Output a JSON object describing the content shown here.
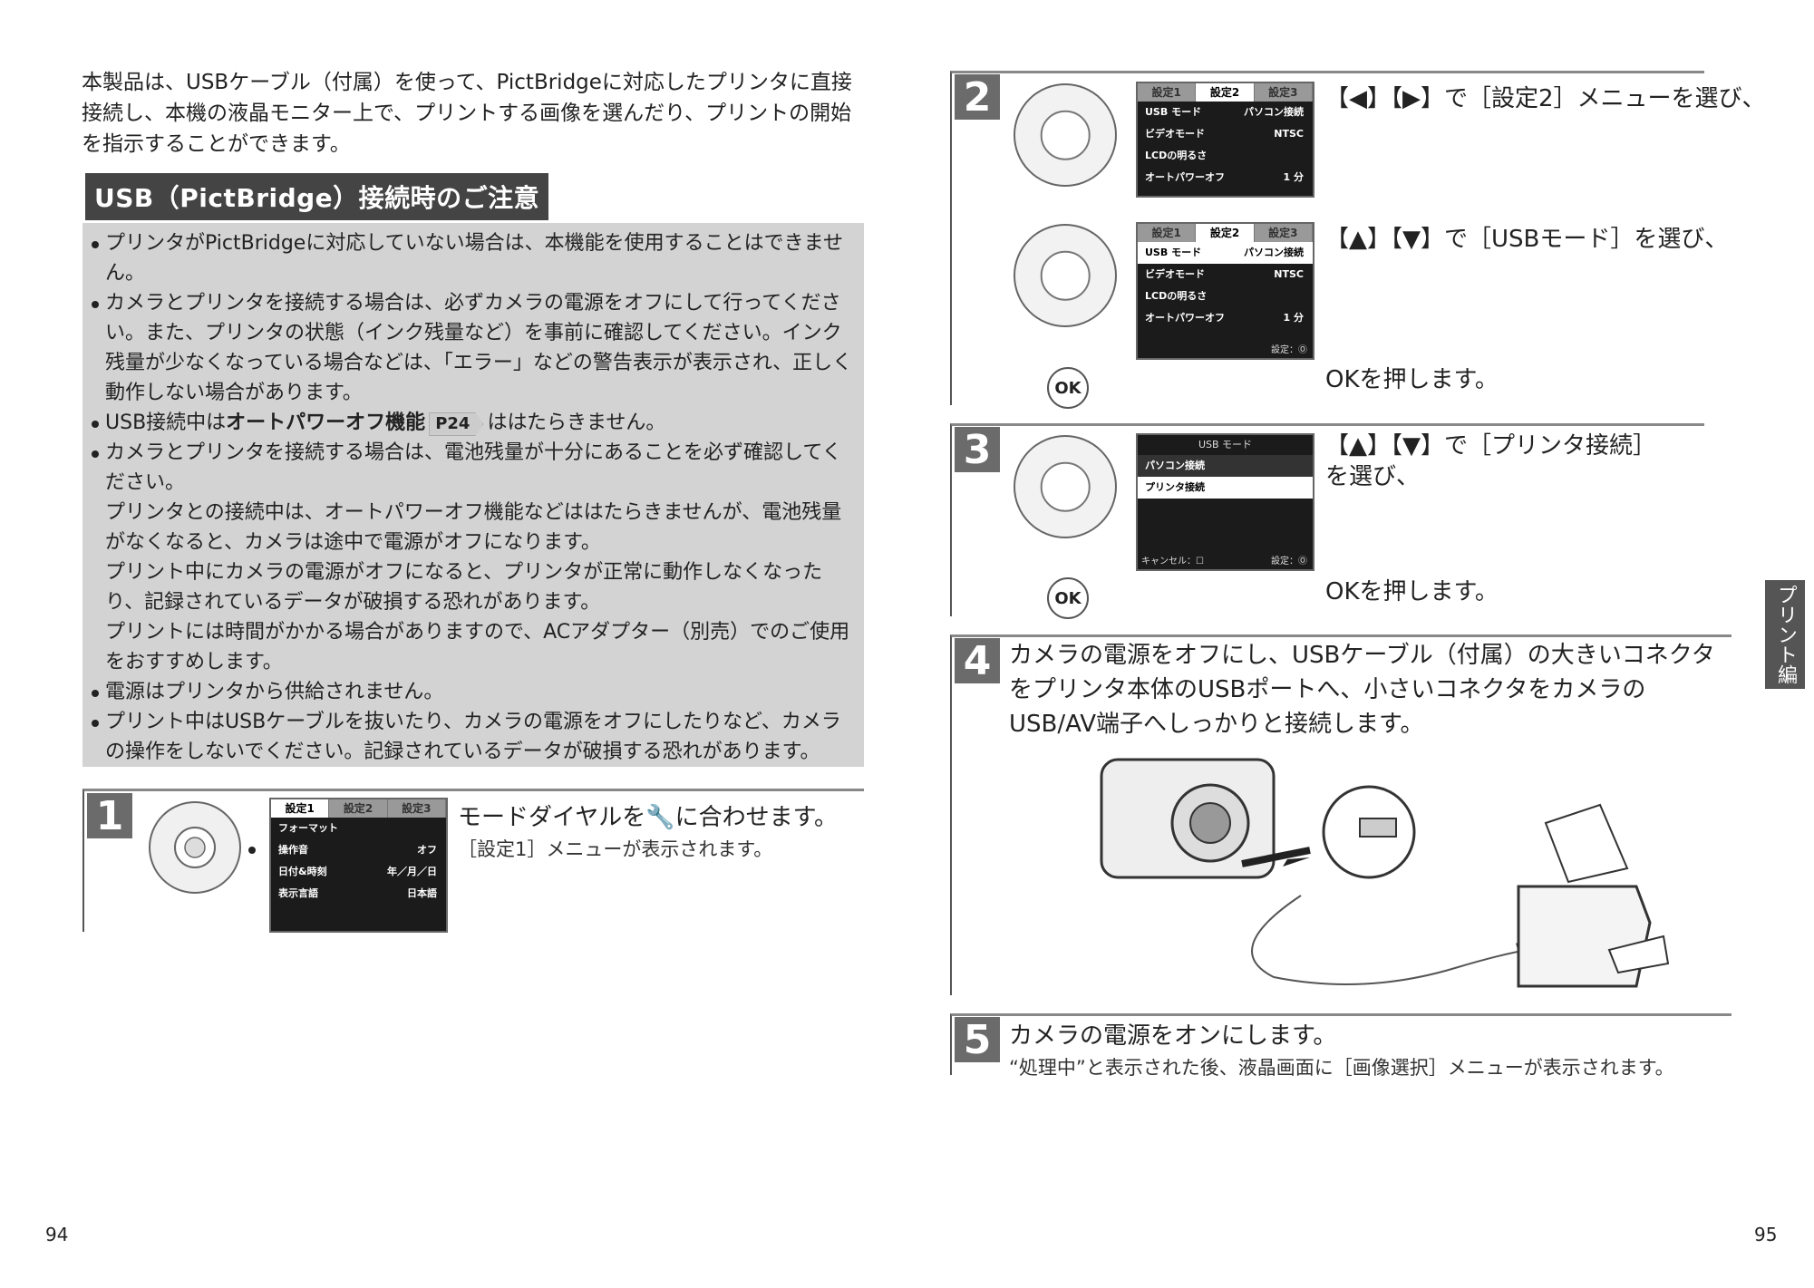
{
  "intro": "本製品は、USBケーブル（付属）を使って、PictBridgeに対応したプリンタに直接接続し、本機の液晶モニター上で、プリントする画像を選んだり、プリントの開始を指示することができます。",
  "caution": {
    "title": "USB（PictBridge）接続時のご注意",
    "items": [
      {
        "text": "プリンタがPictBridgeに対応していない場合は、本機能を使用することはできません。"
      },
      {
        "text": "カメラとプリンタを接続する場合は、必ずカメラの電源をオフにして行ってください。また、プリンタの状態（インク残量など）を事前に確認してください。インク残量が少なくなっている場合などは、「エラー」などの警告表示が表示され、正しく動作しない場合があります。"
      },
      {
        "pre": "USB接続中は",
        "bold": "オートパワーオフ機能",
        "ref": "P24",
        "post": "ははたらきません。"
      },
      {
        "text": "カメラとプリンタを接続する場合は、電池残量が十分にあることを必ず確認してください。"
      },
      {
        "text": "プリンタとの接続中は、オートパワーオフ機能などははたらきませんが、電池残量がなくなると、カメラは途中で電源がオフになります。",
        "para": true
      },
      {
        "text": "プリント中にカメラの電源がオフになると、プリンタが正常に動作しなくなったり、記録されているデータが破損する恐れがあります。",
        "para": true
      },
      {
        "text": "プリントには時間がかかる場合がありますので、ACアダプター（別売）でのご使用をおすすめします。",
        "para": true
      },
      {
        "text": "電源はプリンタから供給されません。"
      },
      {
        "text": "プリント中はUSBケーブルを抜いたり、カメラの電源をオフにしたりなど、カメラの操作をしないでください。記録されているデータが破損する恐れがあります。"
      }
    ]
  },
  "step1": {
    "num": "1",
    "head_pre": "モードダイヤルを",
    "head_post": "に合わせます。",
    "sub": "［設定1］メニューが表示されます。",
    "lcd_tabs": [
      "設定1",
      "設定2",
      "設定3"
    ],
    "lcd_rows": [
      {
        "label": "フォーマット",
        "value": ""
      },
      {
        "label": "操作音",
        "value": "オフ"
      },
      {
        "label": "日付&時刻",
        "value": "年／月／日"
      },
      {
        "label": "表示言語",
        "value": "日本語"
      }
    ]
  },
  "step2": {
    "num": "2",
    "text_a": "【◀】【▶】で［設定2］メニューを選び、",
    "text_b": "【▲】【▼】で［USBモード］を選び、",
    "text_c": "OKを押します。",
    "ok": "OK",
    "lcd_tabs": [
      "設定1",
      "設定2",
      "設定3"
    ],
    "lcd_rows": [
      {
        "label": "USB モード",
        "value": "パソコン接続"
      },
      {
        "label": "ビデオモード",
        "value": "NTSC"
      },
      {
        "label": "LCDの明るさ",
        "value": ""
      },
      {
        "label": "オートパワーオフ",
        "value": "1 分"
      }
    ],
    "lcd_foot": "設定：Ⓞ"
  },
  "step3": {
    "num": "3",
    "text_a": "【▲】【▼】で［プリンタ接続］を選び、",
    "text_c": "OKを押します。",
    "ok": "OK",
    "lcd_title": "USB モード",
    "lcd_rows": [
      "パソコン接続",
      "プリンタ接続"
    ],
    "lcd_foot_left": "キャンセル：☐",
    "lcd_foot_right": "設定：Ⓞ"
  },
  "step4": {
    "num": "4",
    "text": "カメラの電源をオフにし、USBケーブル（付属）の大きいコネクタをプリンタ本体のUSBポートへ、小さいコネクタをカメラのUSB/AV端子へしっかりと接続します。"
  },
  "step5": {
    "num": "5",
    "head": "カメラの電源をオンにします。",
    "sub": "“処理中”と表示された後、液晶画面に［画像選択］メニューが表示されます。"
  },
  "side_tab": "プリント編",
  "page_left": "94",
  "page_right": "95"
}
